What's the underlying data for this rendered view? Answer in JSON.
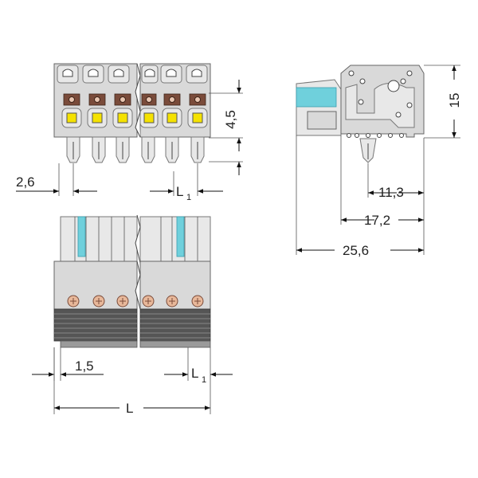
{
  "dimensions": {
    "top_pitch": "2,6",
    "height_45": "4,5",
    "l1_top_main": "L",
    "l1_top_sub": "1",
    "height_15": "15",
    "depth_113": "11,3",
    "depth_172": "17,2",
    "depth_256": "25,6",
    "bottom_pitch": "1,5",
    "l1_bottom_main": "L",
    "l1_bottom_sub": "1",
    "length_l": "L"
  },
  "colors": {
    "latch": "#6fd0dc",
    "release_button": "#f5e200",
    "screw": "#e8b89a"
  }
}
